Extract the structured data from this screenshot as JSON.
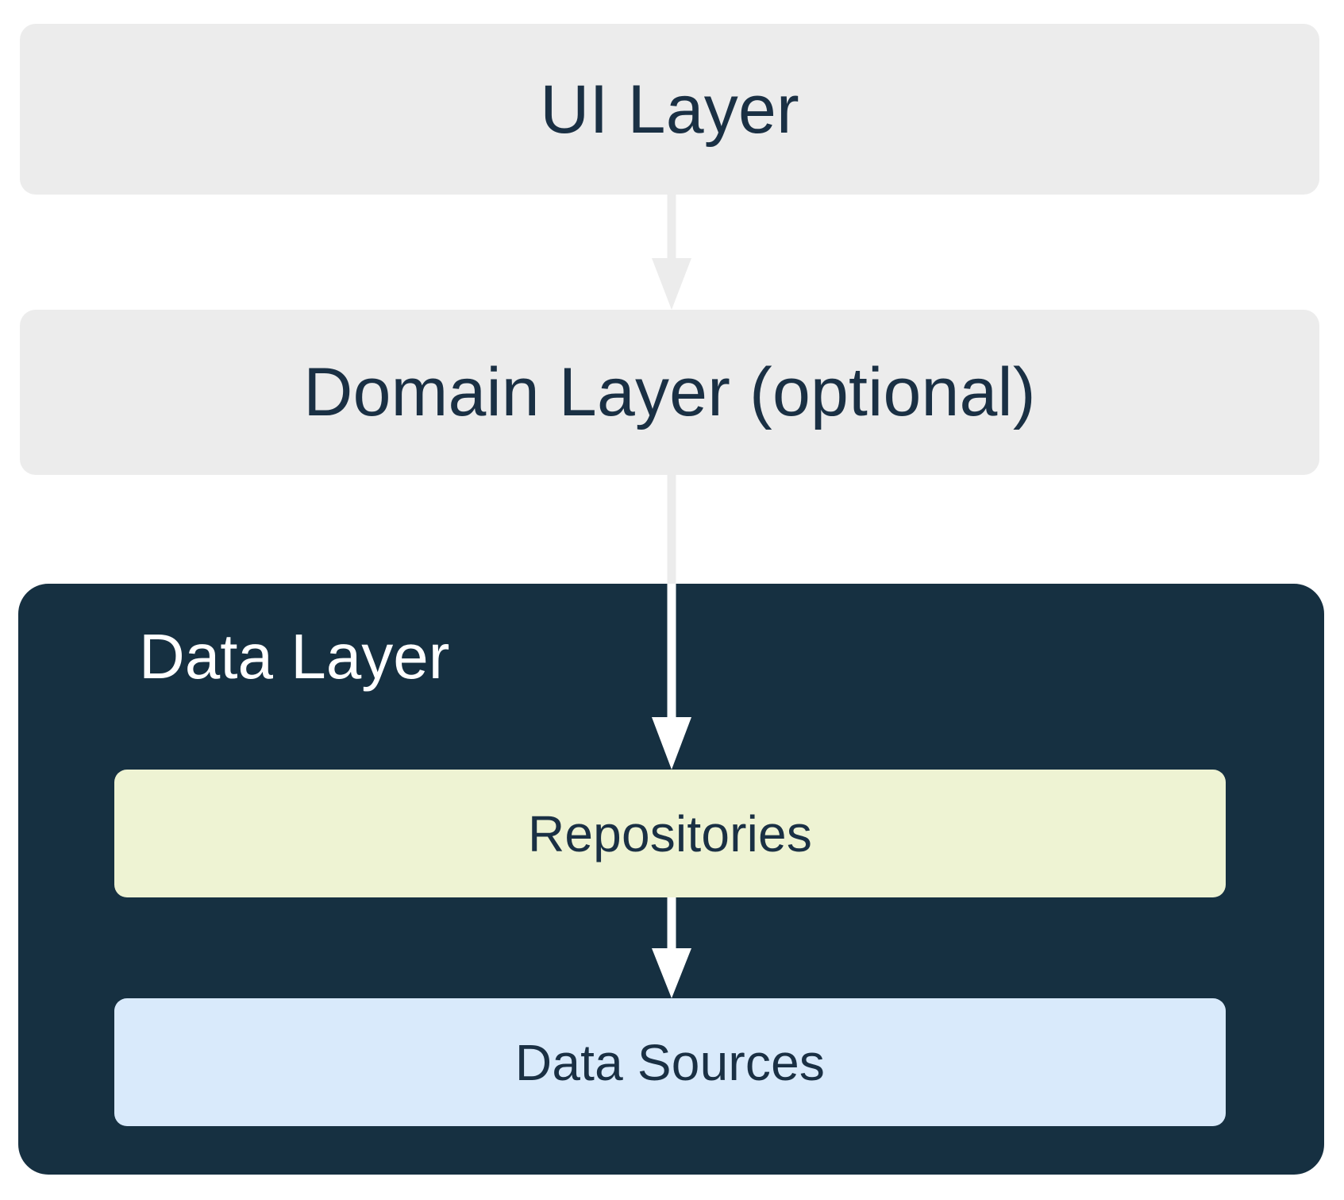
{
  "diagram": {
    "title": "App architecture layers",
    "type": "layered-architecture",
    "background_color": "#ffffff"
  },
  "layers": {
    "ui": {
      "label": "UI Layer",
      "fill_color": "#ececec",
      "text_color": "#1a3044"
    },
    "domain": {
      "label": "Domain Layer (optional)",
      "fill_color": "#ececec",
      "text_color": "#1a3044"
    },
    "data": {
      "label": "Data Layer",
      "fill_color": "#163041",
      "text_color": "#ffffff",
      "children": {
        "repositories": {
          "label": "Repositories",
          "fill_color": "#eef3d3",
          "text_color": "#1a3044"
        },
        "data_sources": {
          "label": "Data Sources",
          "fill_color": "#d9eafb",
          "text_color": "#1a3044"
        }
      }
    }
  },
  "arrows": [
    {
      "name": "ui-to-domain",
      "from": "UI Layer",
      "to": "Domain Layer (optional)",
      "color": "#ececec",
      "direction": "down"
    },
    {
      "name": "domain-to-repositories",
      "from": "Domain Layer (optional)",
      "to": "Repositories",
      "color": "#ececec / #ffffff",
      "direction": "down"
    },
    {
      "name": "repositories-to-data-sources",
      "from": "Repositories",
      "to": "Data Sources",
      "color": "#ffffff",
      "direction": "down"
    }
  ]
}
